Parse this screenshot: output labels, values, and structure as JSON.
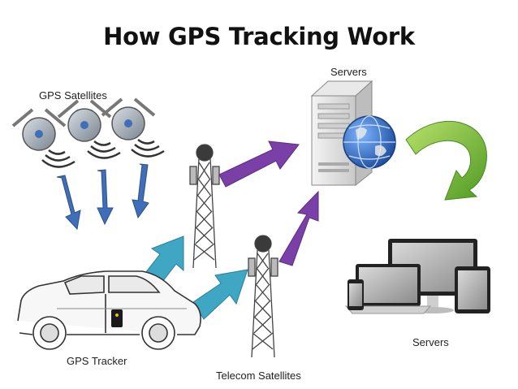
{
  "title": "How GPS Tracking Work",
  "labels": {
    "gps_satellites": "GPS Satellites",
    "servers_top": "Servers",
    "servers_bottom": "Servers",
    "gps_tracker": "GPS Tracker",
    "telecom_satellites": "Telecom Satellites"
  },
  "colors": {
    "down_arrow": "#3f6fb8",
    "teal_arrow": "#3fa6c4",
    "purple_arrow": "#7b3fa8",
    "green_arrow": "#7ab83a",
    "globe": "#1f5fb0"
  },
  "icons": [
    "satellite-dish-icon",
    "cell-tower-icon",
    "server-icon",
    "globe-icon",
    "car-icon",
    "gps-device-icon",
    "monitor-icon",
    "laptop-icon",
    "tablet-icon",
    "phone-icon"
  ]
}
